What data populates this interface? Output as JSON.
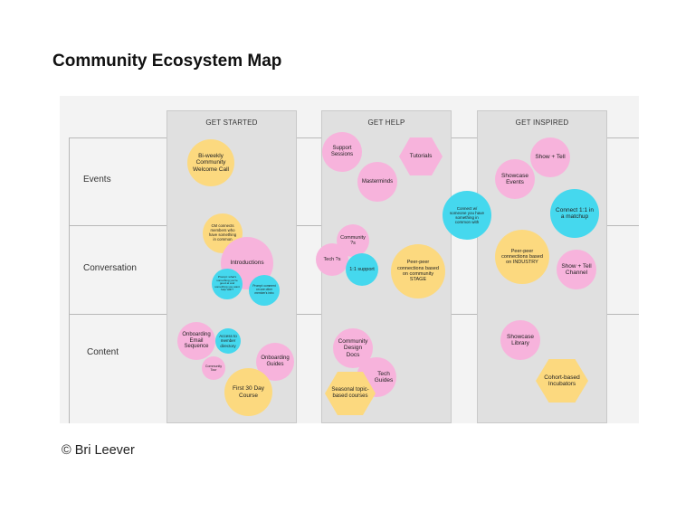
{
  "title": "Community Ecosystem Map",
  "credit": "© Bri Leever",
  "columns": [
    "GET STARTED",
    "GET HELP",
    "GET INSPIRED"
  ],
  "rows": [
    "Events",
    "Conversation",
    "Content"
  ],
  "colors": {
    "pink": "#f7b3dc",
    "yellow": "#fcd97f",
    "blue": "#45d8ee",
    "column": "#e0e0e0",
    "board": "#f3f3f3"
  },
  "notes": {
    "welcome_call": "Bi-weekly Community Welcome Call",
    "cm_connects": "CM connects members who have something in common",
    "introductions": "Introductions",
    "prompt_share": "Prompt: what's something you're good at and something you want help with?",
    "prompt_comment": "Prompt: comment on one other member's intro",
    "onboarding_email": "Onboarding Email Sequence",
    "access_directory": "Access to member directory",
    "community_tour": "Community Tour",
    "onboarding_guides": "Onboarding Guides",
    "first_30_day": "First 30 Day Course",
    "support_sessions": "Support Sessions",
    "tutorials": "Tutorials",
    "masterminds": "Masterminds",
    "connect_someone": "Connect w/ someone you have something in common with",
    "community_qs": "Community ?s",
    "tech_qs": "Tech ?s",
    "one_one_support": "1:1 support",
    "peer_stage": "Peer-peer connections based on community STAGE",
    "community_design_docs": "Community Design Docs",
    "tech_guides": "Tech Guides",
    "seasonal_courses": "Seasonal topic-based courses",
    "show_tell": "Show + Tell",
    "showcase_events": "Showcase Events",
    "connect_matchup": "Connect 1:1 in a matchup",
    "peer_industry": "Peer-peer connections based on INDUSTRY",
    "show_tell_channel": "Show + Tell Channel",
    "showcase_library": "Showcase Library",
    "cohort_incubators": "Cohort-based Incubators"
  }
}
